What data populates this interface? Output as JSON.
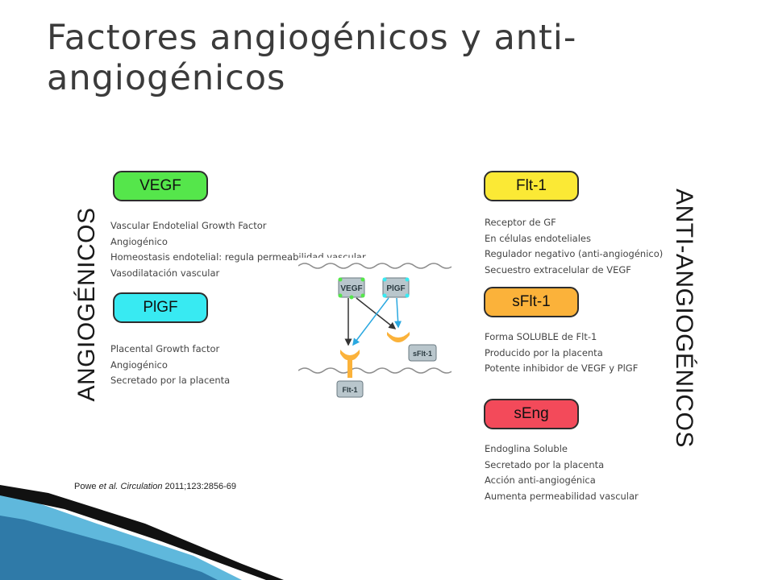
{
  "title": "Factores angiogénicos y anti-angiogénicos",
  "left": {
    "vertical_label": "ANGIOGÉNICOS",
    "vegf": {
      "label": "VEGF",
      "color": "#55e64b",
      "lines": [
        "Vascular Endotelial Growth Factor",
        "Angiogénico",
        "Homeostasis endotelial: regula permeabilidad vascular",
        "Vasodilatación vascular"
      ]
    },
    "pigf": {
      "label": "PlGF",
      "color": "#38eaf2",
      "lines": [
        "Placental Growth factor",
        "Angiogénico",
        "Secretado por la placenta"
      ]
    }
  },
  "right": {
    "vertical_label": "ANTI-ANGIOGÉNICOS",
    "flt1": {
      "label": "Flt-1",
      "color": "#fbe935",
      "lines": [
        "Receptor de GF",
        "En células endoteliales",
        "Regulador negativo (anti-angiogénico)",
        "Secuestro extracelular de VEGF"
      ]
    },
    "sflt1": {
      "label": "sFlt-1",
      "color": "#fbb23a",
      "lines": [
        "Forma SOLUBLE de Flt-1",
        "Producido por la placenta",
        "Potente inhibidor de VEGF y PlGF"
      ]
    },
    "seng": {
      "label": "sEng",
      "color": "#f34a5a",
      "lines": [
        "Endoglina Soluble",
        "Secretado por la placenta",
        "Acción anti-angiogénica",
        "Aumenta permeabilidad vascular"
      ]
    }
  },
  "diagram": {
    "vegf_label": "VEGF",
    "pigf_label": "PlGF",
    "sflt1_label": "sFlt-1",
    "flt1_label": "Flt-1"
  },
  "citation": {
    "authors": "Powe",
    "etal_journal": "et al. Circulation",
    "ref": "2011;123:2856-69"
  },
  "colors": {
    "title": "#3b3b3b",
    "decor_dark": "#111111",
    "decor_blue": "#2f7aa8",
    "decor_light": "#5fb8dc"
  }
}
